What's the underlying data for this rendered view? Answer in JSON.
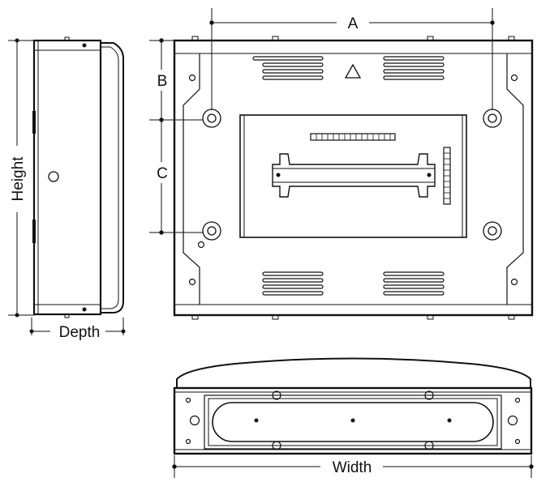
{
  "diagram": {
    "labels": {
      "dim_a": "A",
      "dim_b": "B",
      "dim_c": "C",
      "height": "Height",
      "depth": "Depth",
      "width": "Width"
    },
    "views": [
      "side-view",
      "front-view",
      "bottom-view"
    ],
    "colors": {
      "line": "#111111",
      "light": "#888888",
      "panel": "#ffffff"
    }
  }
}
